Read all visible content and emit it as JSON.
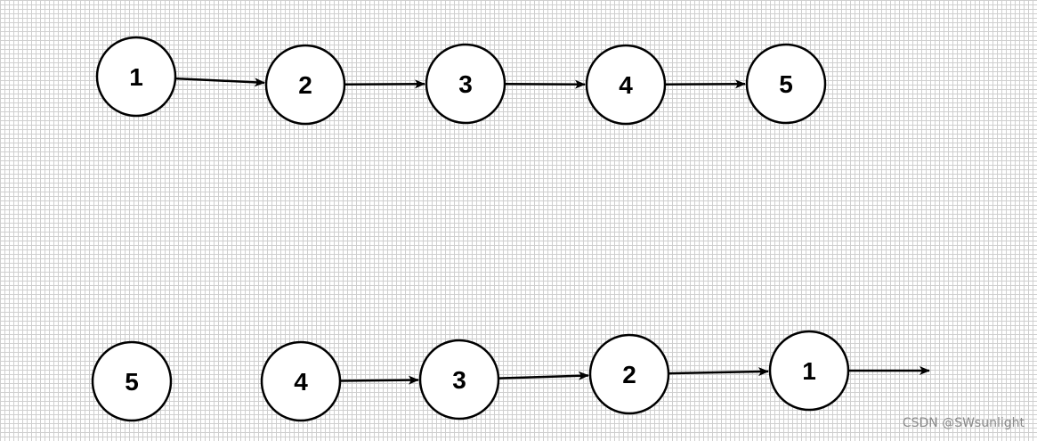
{
  "diagram": {
    "top_list": {
      "nodes": [
        "1",
        "2",
        "3",
        "4",
        "5"
      ],
      "edges": [
        [
          0,
          1
        ],
        [
          1,
          2
        ],
        [
          2,
          3
        ],
        [
          3,
          4
        ]
      ]
    },
    "bottom_list": {
      "nodes": [
        "5",
        "4",
        "3",
        "2",
        "1"
      ],
      "edges": [
        [
          1,
          2
        ],
        [
          2,
          3
        ],
        [
          3,
          4
        ]
      ],
      "trailing_arrow_from": 4
    }
  },
  "watermark": "CSDN @SWsunlight",
  "colors": {
    "stroke": "#000000",
    "fill": "#ffffff",
    "grid": "#cfcfcf"
  }
}
